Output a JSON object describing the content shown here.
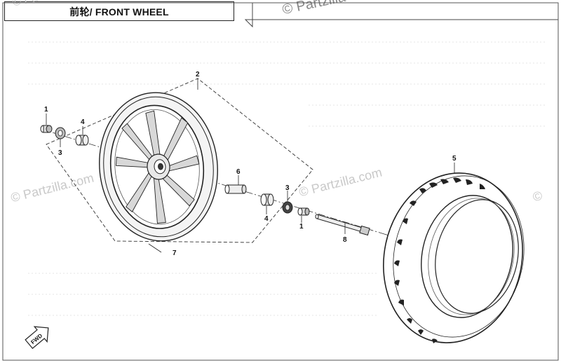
{
  "title": "前轮/ FRONT WHEEL",
  "watermarks": {
    "top": "© Partzilla",
    "top_left": "© Pa",
    "left": "© Partzilla.com",
    "center": "© Partzilla.com",
    "right": "©"
  },
  "callouts": {
    "c1a": "1",
    "c3a": "3",
    "c4a": "4",
    "c2": "2",
    "c7": "7",
    "c6": "6",
    "c4b": "4",
    "c3b": "3",
    "c1b": "1",
    "c8": "8",
    "c5": "5"
  },
  "fwd_label": "FWD",
  "colors": {
    "line": "#222222",
    "light": "#bdbdbd",
    "watermark": "#c9c9c9"
  }
}
